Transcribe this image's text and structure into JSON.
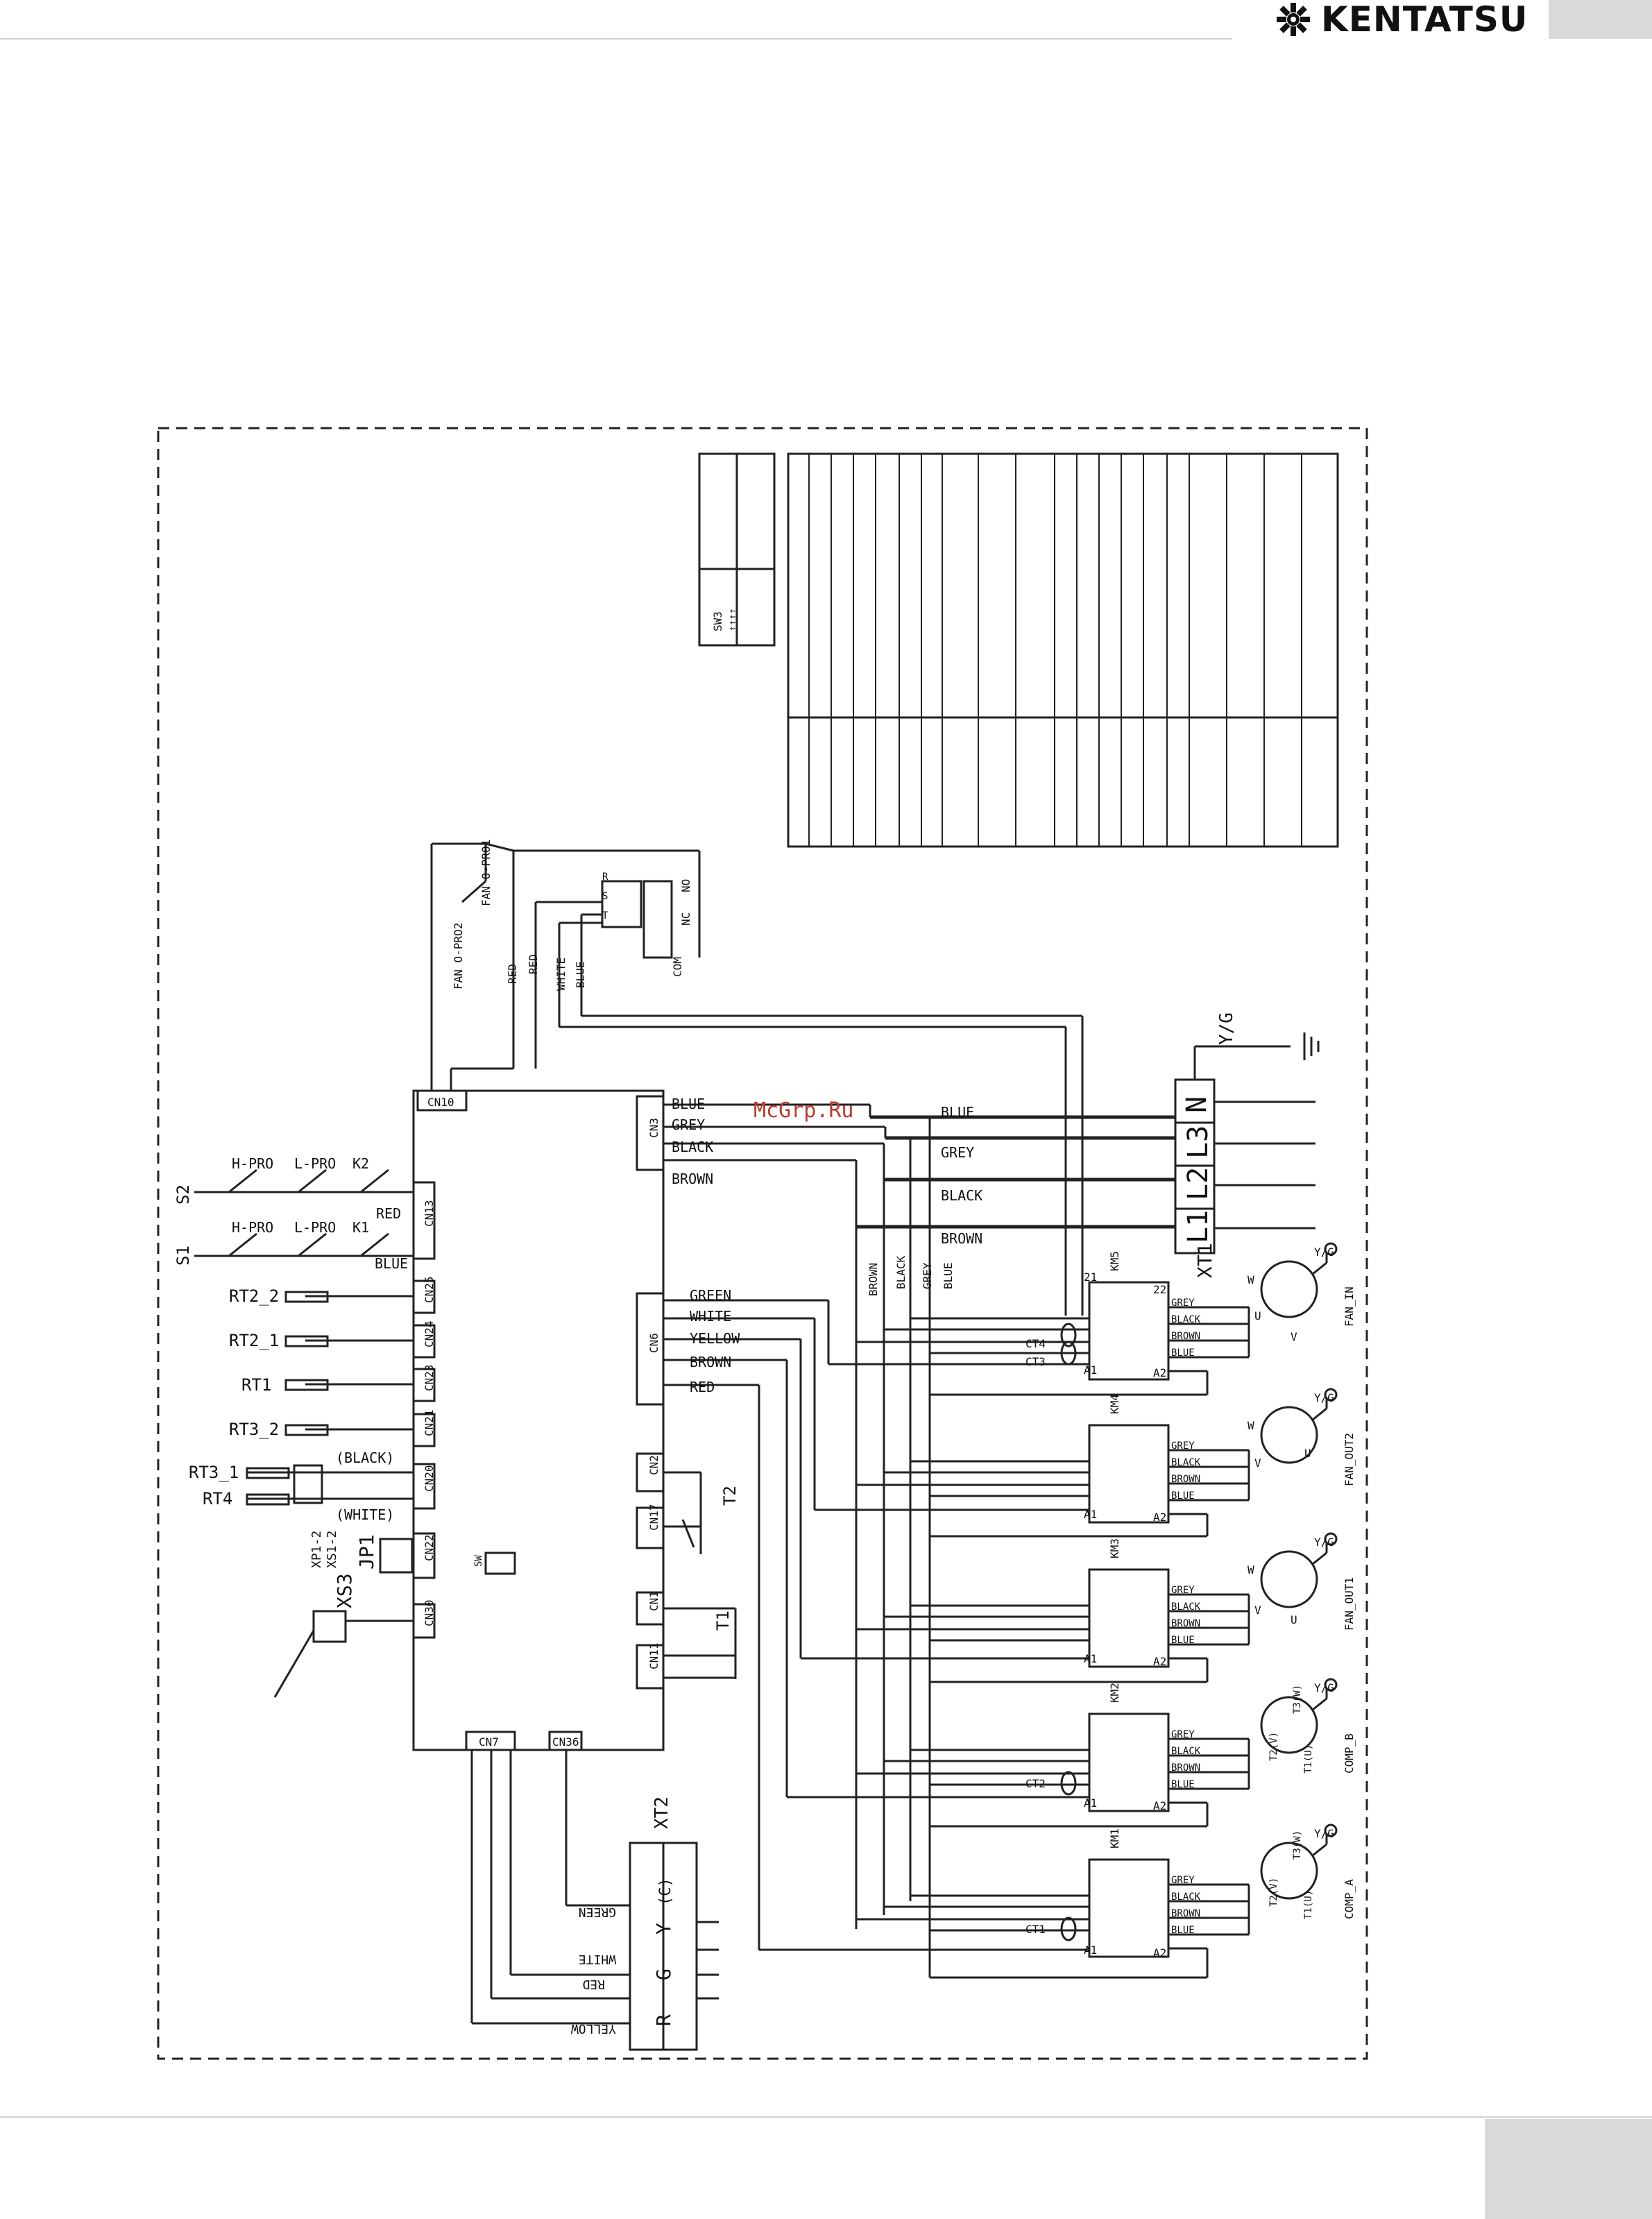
{
  "header": {
    "brand": "KENTATSU"
  },
  "watermark": "McGrp.Ru",
  "labels": {
    "s2": "S2",
    "s1": "S1",
    "h_pro_1": "H-PRO",
    "l_pro_1": "L-PRO",
    "k2": "K2",
    "h_pro_2": "H-PRO",
    "l_pro_2": "L-PRO",
    "k1": "K1",
    "red_cn13": "RED",
    "blue_cn13": "BLUE",
    "rt2_2": "RT2_2",
    "rt2_1": "RT2_1",
    "rt1": "RT1",
    "rt3_2": "RT3_2",
    "rt3_1": "RT3_1",
    "rt4": "RT4",
    "black_paren": "(BLACK)",
    "white_paren": "(WHITE)",
    "jp1": "JP1",
    "xs1_2": "XS1-2",
    "xp1_2": "XP1-2",
    "xs3": "XS3",
    "cn10": "CN10",
    "cn13": "CN13",
    "cn25": "CN25",
    "cn24": "CN24",
    "cn23": "CN23",
    "cn21": "CN21",
    "cn20": "CN20",
    "cn22": "CN22",
    "cn30": "CN30",
    "cn7": "CN7",
    "cn36": "CN36",
    "cn3": "CN3",
    "cn6": "CN6",
    "cn2": "CN2",
    "cn17": "CN17",
    "cn1": "CN1",
    "cn11": "CN11",
    "sw": "SW",
    "t1": "T1",
    "t2": "T2",
    "cn3_blue": "BLUE",
    "cn3_grey": "GREY",
    "cn3_black": "BLACK",
    "cn3_brown": "BROWN",
    "cn6_green": "GREEN",
    "cn6_white": "WHITE",
    "cn6_yellow": "YELLOW",
    "cn6_brown": "BROWN",
    "cn6_red": "RED",
    "fan_o_pro2": "FAN O-PRO2",
    "fan_o_pro1": "FAN O-PRO1",
    "red_a": "RED",
    "red_b": "RED",
    "white_w": "WHITE",
    "blue_w": "BLUE",
    "com": "COM",
    "nc": "NC",
    "no": "NO",
    "r": "R",
    "s": "S",
    "t": "T",
    "sw3": "SW3",
    "sw3_sub": "↑↑↑↑",
    "yg_main": "Y/G",
    "xt1": "XT1",
    "n": "N",
    "l3": "L3",
    "l2": "L2",
    "l1": "L1",
    "line_blue": "BLUE",
    "line_grey": "GREY",
    "line_black": "BLACK",
    "line_brown": "BROWN",
    "xt2": "XT2",
    "xt2_r": "R",
    "xt2_g": "G",
    "xt2_y": "Y",
    "xt2_c": "(C)",
    "xt2_green": "GREEN",
    "xt2_white": "WHITE",
    "xt2_red": "RED",
    "xt2_yellow": "YELLOW",
    "bus_brown": "BROWN",
    "bus_black": "BLACK",
    "bus_grey": "GREY",
    "bus_blue": "BLUE",
    "km5": "KM5",
    "km4": "KM4",
    "km3": "KM3",
    "km2": "KM2",
    "km1": "KM1",
    "ct1": "CT1",
    "ct2": "CT2",
    "ct3": "CT3",
    "ct4": "CT4",
    "a1": "A1",
    "a2": "A2",
    "n21": "21",
    "n22": "22",
    "t_grey": "GREY",
    "t_black": "BLACK",
    "t_brown": "BROWN",
    "t_blue": "BLUE",
    "u": "U",
    "v": "V",
    "w": "W",
    "yg": "Y/G",
    "fan_in": "FAN_IN",
    "fan_out2": "FAN_OUT2",
    "fan_out1": "FAN_OUT1",
    "comp_b": "COMP_B",
    "comp_a": "COMP_A",
    "t1u": "T1(U)",
    "t2v": "T2(V)",
    "t3w": "T3(W)"
  }
}
